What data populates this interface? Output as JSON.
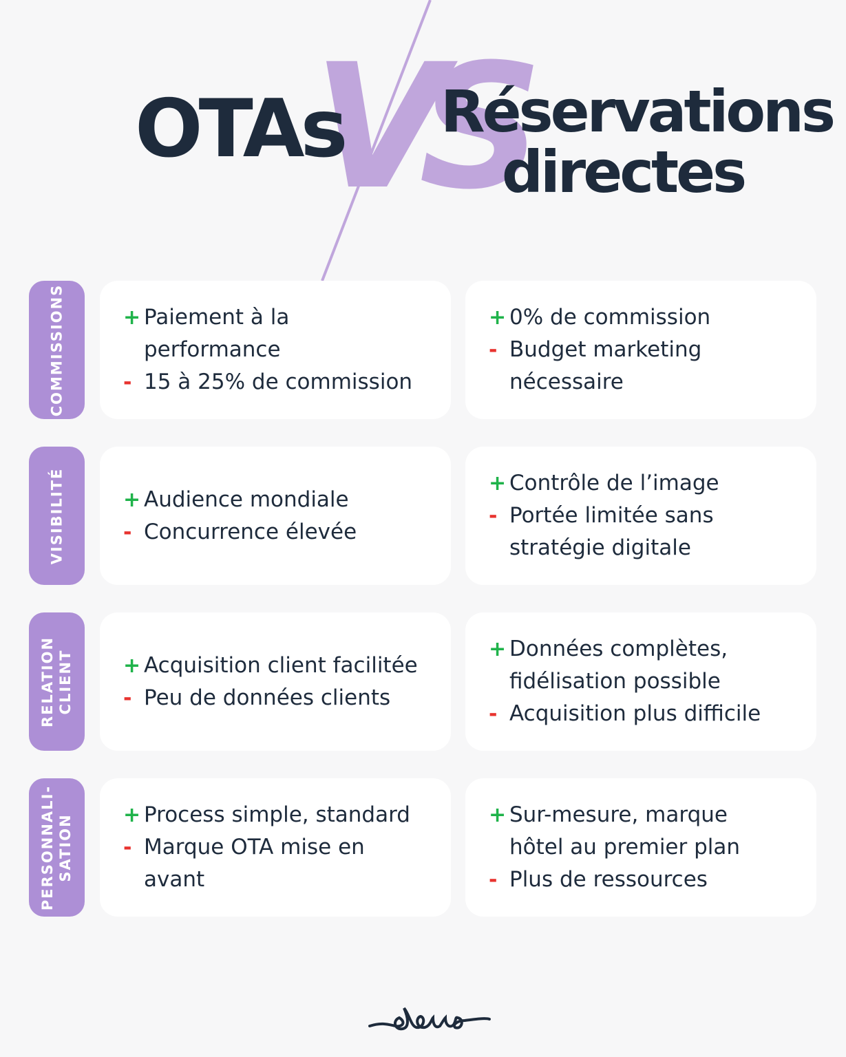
{
  "title": {
    "left": "OTAs",
    "vs": "VS",
    "right_line1": "Réservations",
    "right_line2": "directes"
  },
  "colors": {
    "dark": "#1e2b3c",
    "purple": "#c0a6dc",
    "tab": "#ad8fd6",
    "plus": "#1fb34a",
    "minus": "#e8332f"
  },
  "rows": [
    {
      "label_lines": [
        "COMMISSIONS"
      ],
      "left": [
        {
          "sign": "+",
          "lines": [
            "Paiement à la",
            "performance"
          ]
        },
        {
          "sign": "-",
          "lines": [
            "15 à 25% de commission"
          ]
        }
      ],
      "right": [
        {
          "sign": "+",
          "lines": [
            "0% de commission"
          ]
        },
        {
          "sign": "-",
          "lines": [
            "Budget marketing",
            "nécessaire"
          ]
        }
      ]
    },
    {
      "label_lines": [
        "VISIBILITÉ"
      ],
      "left": [
        {
          "sign": "+",
          "lines": [
            "Audience mondiale"
          ]
        },
        {
          "sign": "-",
          "lines": [
            "Concurrence élevée"
          ]
        }
      ],
      "right": [
        {
          "sign": "+",
          "lines": [
            "Contrôle de l’image"
          ]
        },
        {
          "sign": "-",
          "lines": [
            "Portée limitée sans",
            "stratégie digitale"
          ]
        }
      ]
    },
    {
      "label_lines": [
        "RELATION",
        "CLIENT"
      ],
      "left": [
        {
          "sign": "+",
          "lines": [
            "Acquisition client facilitée"
          ]
        },
        {
          "sign": "-",
          "lines": [
            "Peu de données clients"
          ]
        }
      ],
      "right": [
        {
          "sign": "+",
          "lines": [
            "Données complètes,",
            "fidélisation possible"
          ]
        },
        {
          "sign": "-",
          "lines": [
            "Acquisition plus difficile"
          ]
        }
      ]
    },
    {
      "label_lines": [
        "PERSONNALI-",
        "SATION"
      ],
      "left": [
        {
          "sign": "+",
          "lines": [
            "Process simple, standard"
          ]
        },
        {
          "sign": "-",
          "lines": [
            "Marque OTA mise en",
            "avant"
          ]
        }
      ],
      "right": [
        {
          "sign": "+",
          "lines": [
            "Sur-mesure, marque",
            "hôtel au premier plan"
          ]
        },
        {
          "sign": "-",
          "lines": [
            "Plus de ressources"
          ]
        }
      ]
    }
  ],
  "logo": {
    "text": "bowo"
  }
}
